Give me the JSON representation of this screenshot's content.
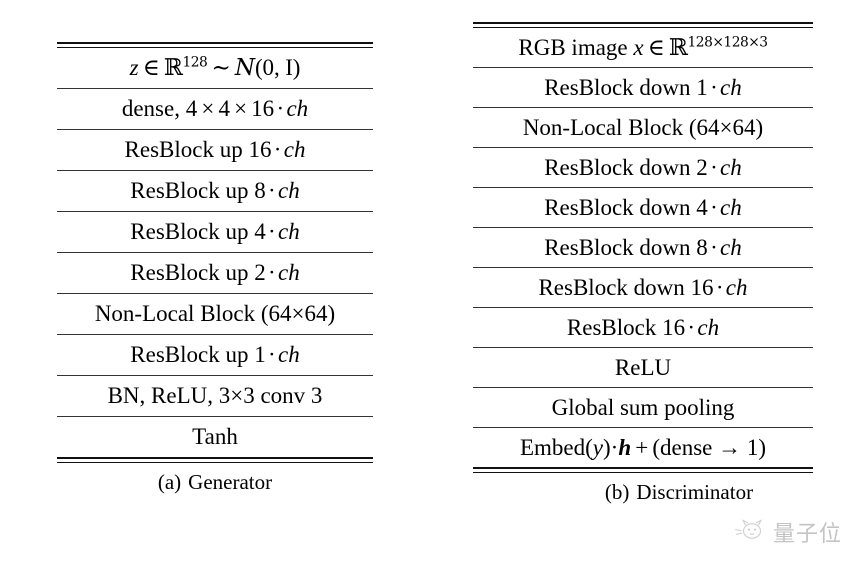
{
  "figure": {
    "background": "#ffffff",
    "rule_color": "#111111"
  },
  "generator": {
    "caption_label": "(a)",
    "caption_text": "Generator",
    "rows": [
      {
        "id": "latent-input",
        "text": "z ∈ ℝ^128 ~ Ν(0, I)"
      },
      {
        "id": "dense",
        "text": "dense, 4 × 4 × 16 · ch"
      },
      {
        "id": "resblock-up-16",
        "text": "ResBlock up 16 · ch"
      },
      {
        "id": "resblock-up-8",
        "text": "ResBlock up 8 · ch"
      },
      {
        "id": "resblock-up-4",
        "text": "ResBlock up 4 · ch"
      },
      {
        "id": "resblock-up-2",
        "text": "ResBlock up 2 · ch"
      },
      {
        "id": "non-local-block",
        "text": "Non-Local Block (64×64)"
      },
      {
        "id": "resblock-up-1",
        "text": "ResBlock up 1 · ch"
      },
      {
        "id": "bn-relu-conv",
        "text": "BN, ReLU, 3×3 conv 3"
      },
      {
        "id": "tanh",
        "text": "Tanh"
      }
    ],
    "labels": {
      "dense": "dense,",
      "resblock_up": "ResBlock up",
      "non_local_block": "Non-Local Block",
      "non_local_size": "(64×64)",
      "bn_relu_conv": "BN, ReLU, 3×3 conv 3",
      "tanh": "Tanh",
      "ch": "ch",
      "dot": "·",
      "times": "×",
      "ch_mult_16": "16",
      "ch_mult_8": "8",
      "ch_mult_4": "4",
      "ch_mult_2": "2",
      "ch_mult_1": "1",
      "dense_dims": [
        "4",
        "4",
        "16"
      ],
      "z_symbol": "z",
      "in_symbol": "∈",
      "reals": "R",
      "z_dim": "128",
      "distributed_as": "∼",
      "normal_symbol": "N",
      "normal_args": "(0, I)"
    }
  },
  "discriminator": {
    "caption_label": "(b)",
    "caption_text": "Discriminator",
    "rows": [
      {
        "id": "rgb-image-input",
        "text": "RGB image x ∈ ℝ^(128×128×3)"
      },
      {
        "id": "resblock-down-1",
        "text": "ResBlock down 1 · ch"
      },
      {
        "id": "non-local-block",
        "text": "Non-Local Block (64×64)"
      },
      {
        "id": "resblock-down-2",
        "text": "ResBlock down 2 · ch"
      },
      {
        "id": "resblock-down-4",
        "text": "ResBlock down 4 · ch"
      },
      {
        "id": "resblock-down-8",
        "text": "ResBlock down 8 · ch"
      },
      {
        "id": "resblock-down-16",
        "text": "ResBlock down 16 · ch"
      },
      {
        "id": "resblock-16",
        "text": "ResBlock 16 · ch"
      },
      {
        "id": "relu",
        "text": "ReLU"
      },
      {
        "id": "global-sum-pooling",
        "text": "Global sum pooling"
      },
      {
        "id": "embed-dense",
        "text": "Embed(y)·h + (dense → 1)"
      }
    ],
    "labels": {
      "rgb_image": "RGB image",
      "x_symbol": "x",
      "in_symbol": "∈",
      "reals": "R",
      "image_dims": "128×128×3",
      "resblock_down": "ResBlock down",
      "resblock": "ResBlock",
      "non_local_block": "Non-Local Block",
      "non_local_size": "(64×64)",
      "relu": "ReLU",
      "global_sum_pooling": "Global sum pooling",
      "embed": "Embed",
      "embed_arg": "y",
      "h_symbol": "h",
      "plus": "+",
      "dense_arrow": "(dense → 1)",
      "ch": "ch",
      "dot": "·",
      "ch_mult_1": "1",
      "ch_mult_2": "2",
      "ch_mult_4": "4",
      "ch_mult_8": "8",
      "ch_mult_16": "16"
    }
  },
  "watermark": {
    "text": "量子位",
    "icon": "cat-face-logo",
    "color": "#c4c4c4"
  }
}
